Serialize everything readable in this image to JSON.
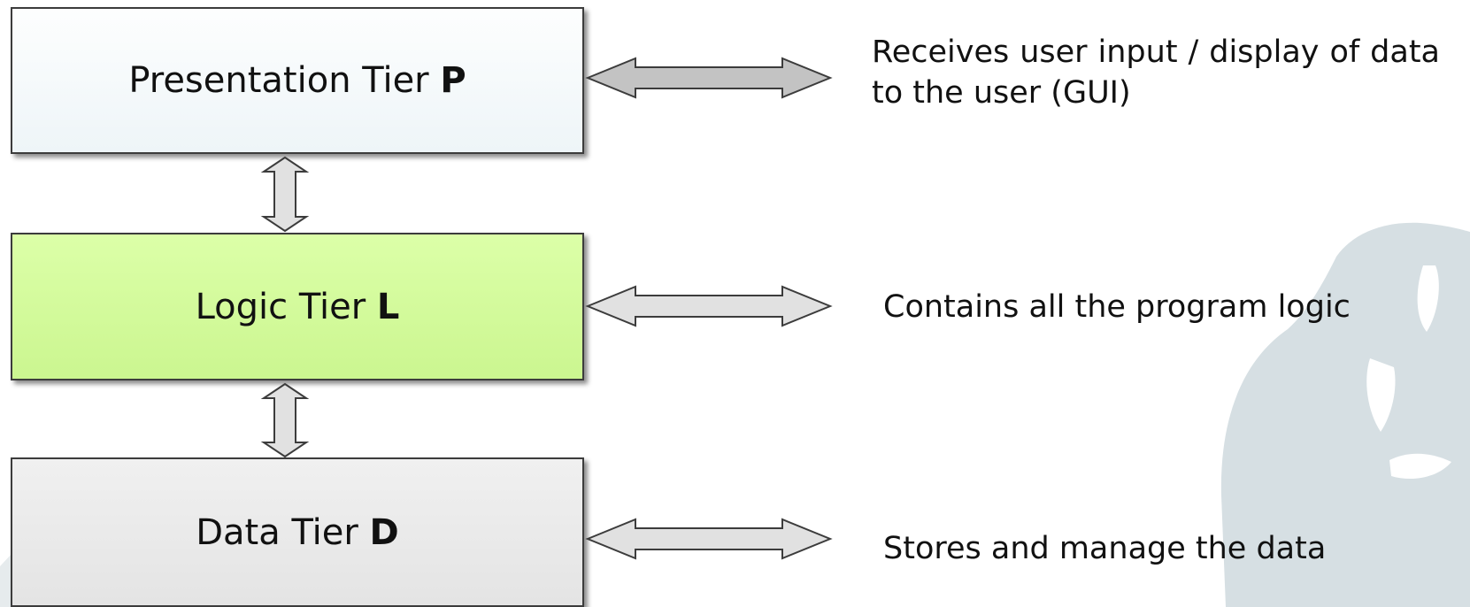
{
  "colors": {
    "presentation_fill": "#f4fafc",
    "logic_fill": "#d4fb9c",
    "data_fill": "#ebebeb",
    "arrow_dark_fill": "#c3c3c3",
    "arrow_light_fill": "#e1e1e1",
    "border": "#3c3c3c",
    "watermark": "#d6dfe3"
  },
  "tiers": [
    {
      "label": "Presentation Tier",
      "letter": "P",
      "description": "Receives user input / display of data to the user (GUI)"
    },
    {
      "label": "Logic Tier",
      "letter": "L",
      "description": "Contains all the program logic"
    },
    {
      "label": "Data Tier",
      "letter": "D",
      "description": "Stores and manage the data"
    }
  ]
}
